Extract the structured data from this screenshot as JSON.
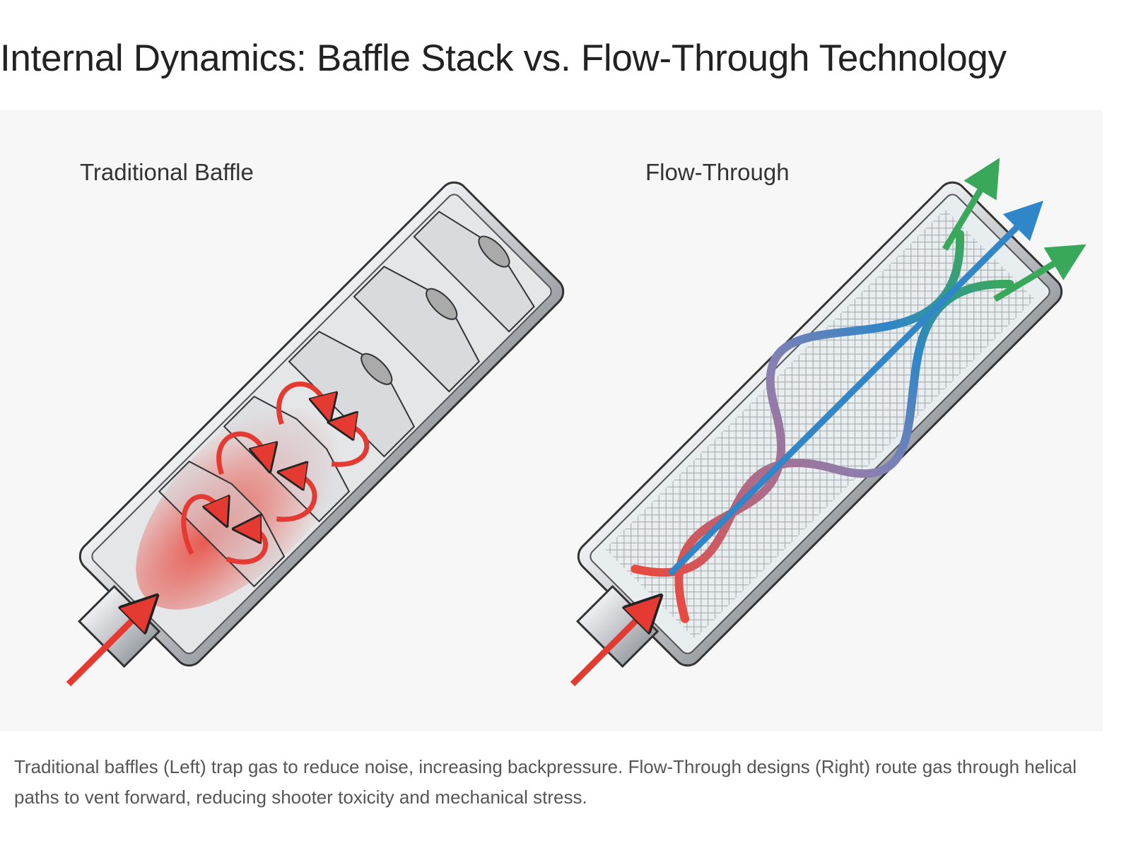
{
  "title": "Internal Dynamics: Baffle Stack vs. Flow-Through Technology",
  "figure": {
    "left_label": "Traditional Baffle",
    "right_label": "Flow-Through",
    "colors": {
      "hot_gas": "#e53a32",
      "cool_gas_green": "#3aa85a",
      "cool_gas_blue": "#2f86c8",
      "metal": "#c9ccd0"
    }
  },
  "caption": "Traditional baffles (Left) trap gas to reduce noise, increasing backpressure. Flow-Through designs (Right) route gas through helical paths to vent forward, reducing shooter toxicity and mechanical stress."
}
